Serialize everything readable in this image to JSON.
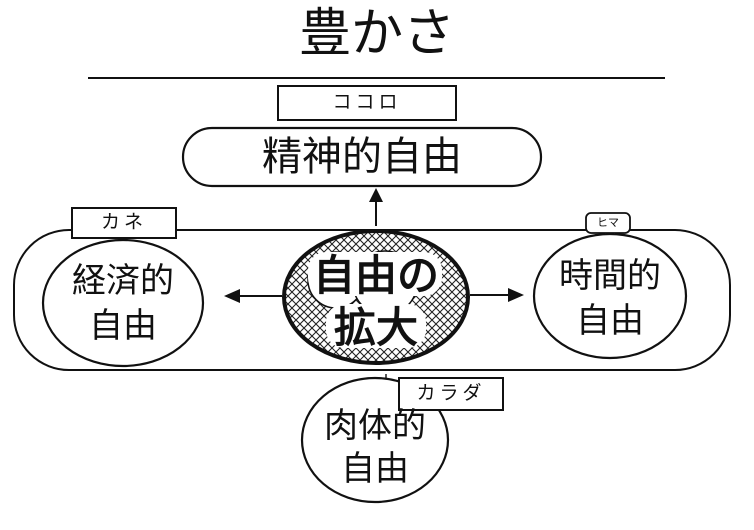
{
  "title": "豊かさ",
  "top": {
    "tag": "ココロ",
    "label": "精神的自由"
  },
  "left": {
    "tag": "カネ",
    "line1": "経済的",
    "line2": "自由"
  },
  "right": {
    "tag": "ヒマ",
    "line1": "時間的",
    "line2": "自由"
  },
  "bottom": {
    "tag": "カラダ",
    "line1": "肉体的",
    "line2": "自由"
  },
  "center": {
    "line1": "自由の",
    "line2": "拡大"
  }
}
